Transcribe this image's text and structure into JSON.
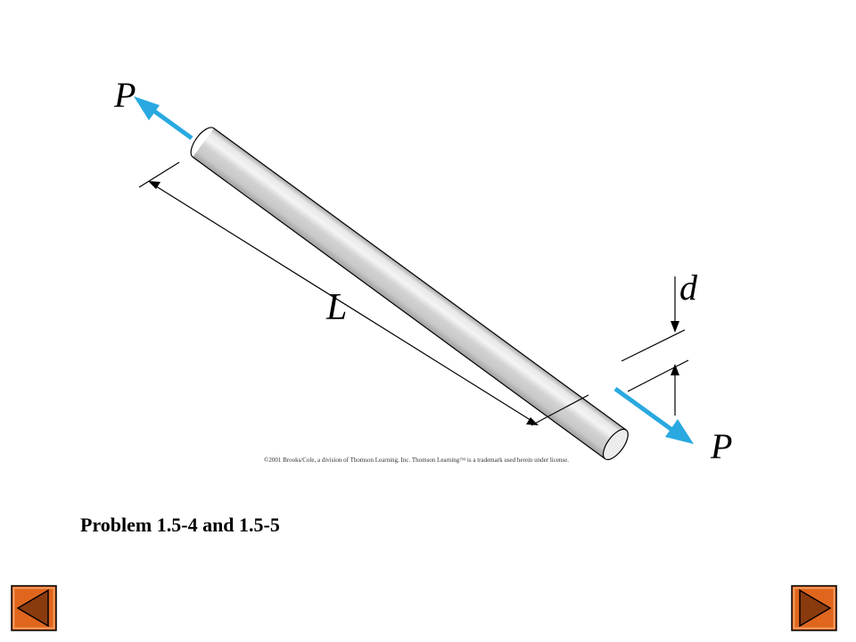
{
  "figure": {
    "load_label_top": "P",
    "load_label_bottom": "P",
    "length_label": "L",
    "diameter_label": "d",
    "copyright": "©2001 Brooks/Cole, a division of Thomson Learning, Inc.  Thomson Learning™ is a trademark used herein under license.",
    "colors": {
      "arrow": "#29a9e0",
      "rod_light": "#eeeeee",
      "rod_mid": "#d2d2d2",
      "rod_dark": "#a8a8a8",
      "outline": "#000000"
    }
  },
  "title": "Problem 1.5-4 and 1.5-5",
  "navigation": {
    "prev_icon": "triangle-left-icon",
    "next_icon": "triangle-right-icon",
    "colors": {
      "button_fill": "#e0661e",
      "triangle_fill": "#8a3b0e"
    }
  }
}
